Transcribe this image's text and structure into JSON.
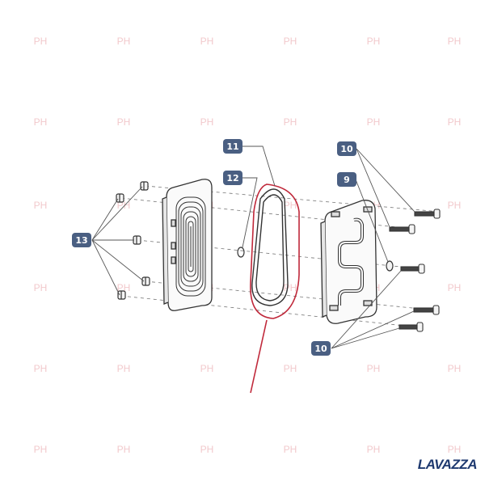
{
  "callouts": {
    "c11": "11",
    "c12": "12",
    "c10_top": "10",
    "c9": "9",
    "c13": "13",
    "c10_bottom": "10"
  },
  "watermark": {
    "text": "PH"
  },
  "logo": {
    "text": "LAVAZZA",
    "color": "#1f3a70"
  },
  "colors": {
    "callout_fill": "#4a5f82",
    "highlight": "#c0283a",
    "leader": "#555555",
    "part_stroke": "#333333",
    "watermark": "#f2c9cc"
  },
  "parts": {
    "cover_plate": "cover-plate",
    "diaphragm": "diaphragm",
    "o_ring": "o-ring",
    "gasket": "gasket",
    "pump_body": "pump-body",
    "screws": "screws",
    "nuts": "nuts",
    "washer": "washer"
  }
}
